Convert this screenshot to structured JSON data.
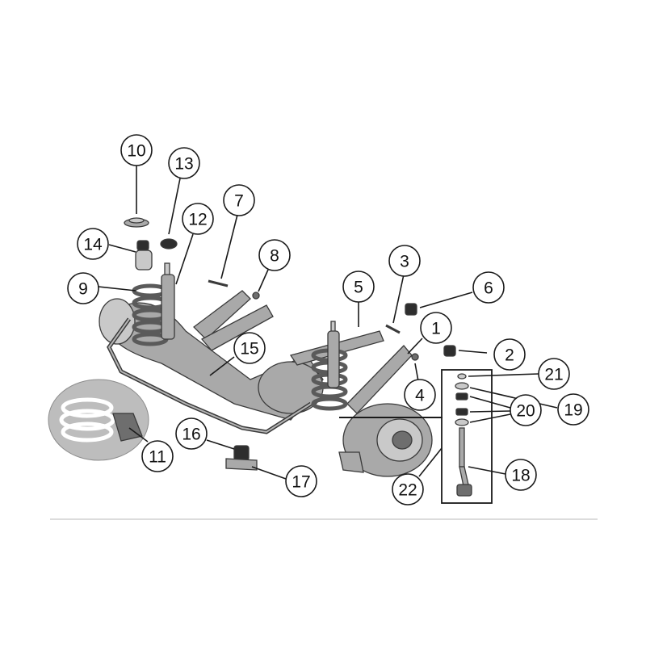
{
  "diagram": {
    "callouts": [
      {
        "id": "c1",
        "label": "1"
      },
      {
        "id": "c2",
        "label": "2"
      },
      {
        "id": "c3",
        "label": "3"
      },
      {
        "id": "c4",
        "label": "4"
      },
      {
        "id": "c5",
        "label": "5"
      },
      {
        "id": "c6",
        "label": "6"
      },
      {
        "id": "c7",
        "label": "7"
      },
      {
        "id": "c8",
        "label": "8"
      },
      {
        "id": "c9",
        "label": "9"
      },
      {
        "id": "c10",
        "label": "10"
      },
      {
        "id": "c11",
        "label": "11"
      },
      {
        "id": "c12",
        "label": "12"
      },
      {
        "id": "c13",
        "label": "13"
      },
      {
        "id": "c14",
        "label": "14"
      },
      {
        "id": "c15",
        "label": "15"
      },
      {
        "id": "c16",
        "label": "16"
      },
      {
        "id": "c17",
        "label": "17"
      },
      {
        "id": "c18",
        "label": "18"
      },
      {
        "id": "c19",
        "label": "19"
      },
      {
        "id": "c20",
        "label": "20"
      },
      {
        "id": "c21",
        "label": "21"
      },
      {
        "id": "c22",
        "label": "22"
      }
    ],
    "colors": {
      "background": "#ffffff",
      "metal": "#a9a9a9",
      "rubber": "#2e2e2e",
      "outline": "#1a1a1a",
      "divider": "#c8c8c8"
    }
  }
}
